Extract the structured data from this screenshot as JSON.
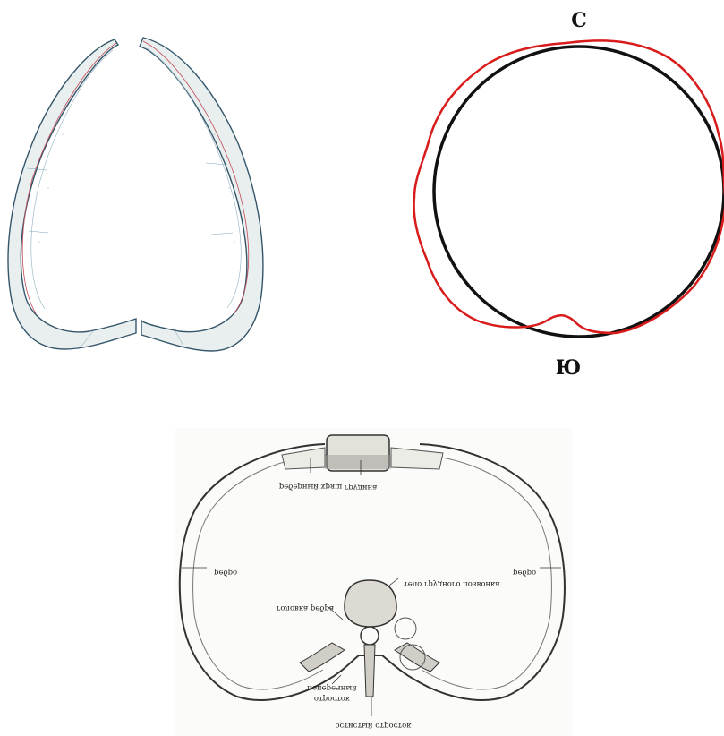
{
  "compass": {
    "north": "С",
    "south": "Ю"
  },
  "thorax": {
    "labels": {
      "sternum": "грудина",
      "costal_cartilage": "реберный хрящ",
      "rib_left": "ребро",
      "rib_right": "ребро",
      "vertebra_body": "тело грудного позвонка",
      "rib_head": "головка ребра",
      "transverse_process_1": "поперечный",
      "transverse_process_2": "отросток",
      "spinous_process": "остистый отросток"
    }
  },
  "colors": {
    "outline_black": "#111111",
    "outline_red": "#d81b1b",
    "bone": "#e7e6e0",
    "anatomy_line": "#5a8ca8"
  }
}
